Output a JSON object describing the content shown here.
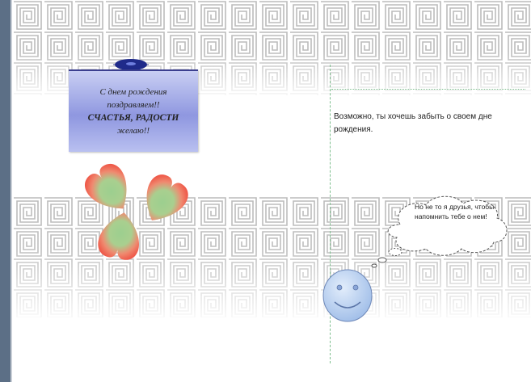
{
  "banner": {
    "line1": "С днем рождения",
    "line2": "поздравляем!!",
    "line3": "СЧАСТЬЯ, РАДОСТИ",
    "line4": "желаю!!"
  },
  "card": {
    "text": "Возможно, ты хочешь забыть о своем дне рождения."
  },
  "thought": {
    "text": "Но не то я друзья, чтобы напомнить тебе о нем!"
  },
  "icons": [
    "heart-icon",
    "smiley-icon",
    "thought-cloud-icon"
  ],
  "colors": {
    "banner": "#9aa2e6",
    "heart_outer": "#ef5a4a",
    "heart_inner": "#9ccf8f",
    "smiley": "#b9d3f3",
    "fold_line": "#7fbf8f"
  }
}
